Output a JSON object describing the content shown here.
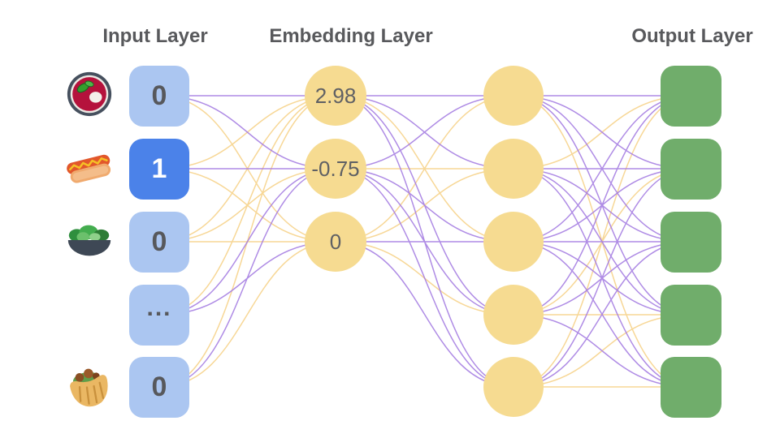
{
  "titles": {
    "input": "Input Layer",
    "embedding": "Embedding Layer",
    "output": "Output Layer"
  },
  "input_layer": {
    "nodes": [
      {
        "label": "0",
        "icon": "soup-bowl",
        "active": false
      },
      {
        "label": "1",
        "icon": "hot-dog",
        "active": true
      },
      {
        "label": "0",
        "icon": "salad-bowl",
        "active": false
      },
      {
        "label": "...",
        "icon": null,
        "active": false
      },
      {
        "label": "0",
        "icon": "stuffed-flatbread",
        "active": false
      }
    ]
  },
  "embedding_layer": {
    "nodes": [
      {
        "label": "2.98"
      },
      {
        "label": "-0.75"
      },
      {
        "label": "0"
      }
    ]
  },
  "hidden_layer": {
    "node_count": 5
  },
  "output_layer": {
    "node_count": 5
  },
  "edges": {
    "input_to_embedding": [
      [
        "P",
        "P",
        "Y"
      ],
      [
        "Y",
        "P",
        "Y"
      ],
      [
        "Y",
        "Y",
        "Y"
      ],
      [
        "Y",
        "P",
        "P"
      ],
      [
        "Y",
        "P",
        "Y"
      ]
    ],
    "embedding_to_hidden": [
      [
        "P",
        "P",
        "Y",
        "P",
        "P"
      ],
      [
        "P",
        "Y",
        "P",
        "P",
        "P"
      ],
      [
        "Y",
        "Y",
        "P",
        "Y",
        "P"
      ]
    ],
    "hidden_to_output": [
      [
        "P",
        "P",
        "P",
        "P",
        "Y"
      ],
      [
        "Y",
        "P",
        "P",
        "P",
        "P"
      ],
      [
        "P",
        "P",
        "P",
        "P",
        "P"
      ],
      [
        "P",
        "Y",
        "P",
        "Y",
        "P"
      ],
      [
        "Y",
        "P",
        "P",
        "Y",
        "Y"
      ]
    ]
  },
  "colors": {
    "input_node": "#abc6f1",
    "input_node_active": "#4b82e9",
    "embedding_node": "#f6db91",
    "hidden_node": "#f6db91",
    "output_node": "#70ad6b",
    "edge_purple": "#a178e0",
    "edge_yellow": "#f6d084",
    "title_text": "#58595c",
    "node_text": "#57585c"
  }
}
